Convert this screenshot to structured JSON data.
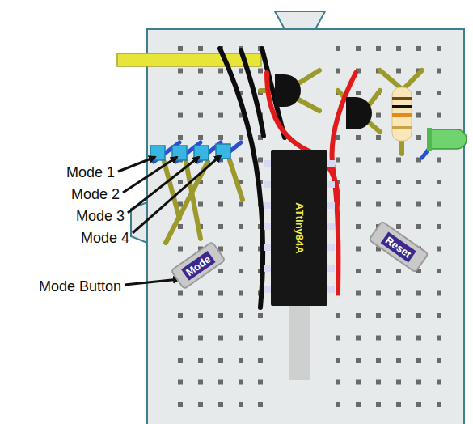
{
  "diagram": {
    "nodes": [
      {
        "text": [
          "ATtiny84A"
        ]
      },
      {
        "text": [
          "Reset"
        ]
      },
      {
        "text": [
          "Mode"
        ]
      }
    ],
    "labels": [
      "Mode 1",
      "Mode 2",
      "Mode 3",
      "Mode 4",
      "Mode Button"
    ]
  }
}
